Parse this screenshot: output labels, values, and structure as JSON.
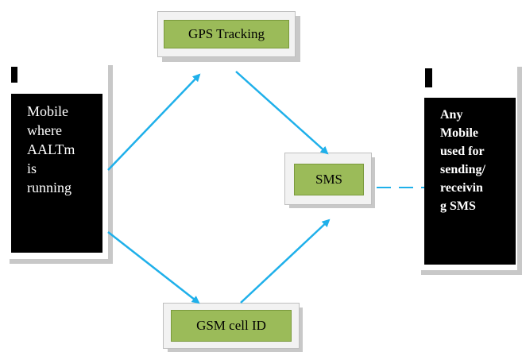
{
  "diagram": {
    "left_phone": {
      "lines": "Mobile\nwhere\nAALTm\nis\nrunning"
    },
    "right_phone": {
      "lines": "Any\nMobile\nused for\nsending/\nreceivin\ng SMS"
    },
    "gps_label": "GPS Tracking",
    "sms_label": "SMS",
    "gsm_label": "GSM cell ID",
    "colors": {
      "box_fill": "#9bbb59",
      "arrow": "#1fb0ea",
      "screen": "#000000"
    }
  }
}
